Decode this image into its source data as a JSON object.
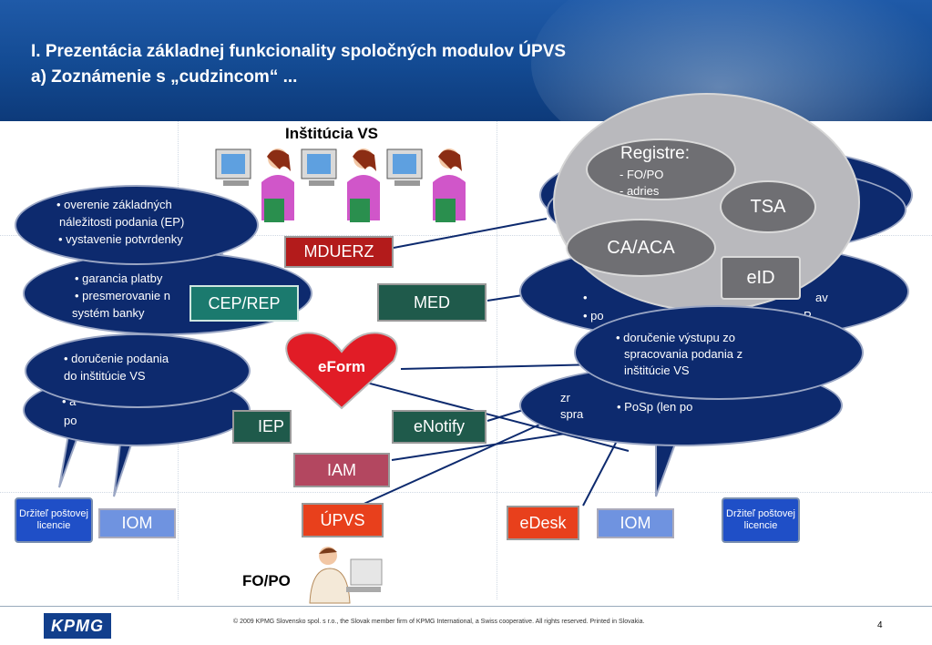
{
  "header": {
    "title_line1": "I. Prezentácia základnej funkcionality spoločných modulov ÚPVS",
    "title_line2": "a) Zoznámenie s „cudzincom“ ..."
  },
  "institution_label": "Inštitúcia VS",
  "fo_po_label": "FO/PO",
  "modules": {
    "mduerz": "MDUERZ",
    "cep_rep": "CEP/REP",
    "med": "MED",
    "eform": "eForm",
    "iep": "IEP",
    "enotify": "eNotify",
    "iam": "IAM",
    "upvs": "ÚPVS",
    "edesk": "eDesk",
    "iom_left": "IOM",
    "iom_right": "IOM",
    "holder_left": "Držiteľ poštovej licencie",
    "holder_right": "Držiteľ poštovej licencie"
  },
  "bubbles": {
    "b1_line1": "• overenie základných",
    "b1_line2": "náležitosti podania (EP)",
    "b1_line3": "• vystavenie potvrdenky",
    "b2_line1": "• garancia platby",
    "b2_line2": "• presmerovanie n",
    "b2_line3": "systém banky",
    "b3_line1": "• doručenie podania",
    "b3_line2": "do inštitúcie VS",
    "b4_line1": "• a",
    "b4_line2": "po",
    "b5_line1": "• doručenie výstupu zo",
    "b5_line2": "spracovania podania z",
    "b5_line3": "inštitúcie VS",
    "b6_line1": "zr",
    "b6_line2": "spra",
    "b6_line3": "• PoSp (len po",
    "b7_line1": "•",
    "b7_line2": "• po",
    "b7_tail1": "av",
    "b7_tail2": "P"
  },
  "registers": {
    "title": "Registre:",
    "item1": "- FO/PO",
    "item2": "- adries",
    "tsa": "TSA",
    "ca_aca": "CA/ACA",
    "eid": "eID"
  },
  "footer": {
    "copyright": "© 2009 KPMG Slovensko spol. s r.o., the Slovak member firm of KPMG International, a Swiss cooperative. All rights reserved. Printed in Slovakia.",
    "page_number": "4",
    "logo": "KPMG"
  },
  "colors": {
    "header_blue": "#134a92",
    "bubble_navy": "#0d2a6e",
    "mduerz_red": "#b31b1b",
    "med_green": "#1f5a4b",
    "cep_teal": "#1b7a6e",
    "upvs_orange": "#e8401c",
    "iam_rose": "#b34760",
    "iom_blue": "#6f93e0",
    "holder_blue": "#1f4fc7",
    "heart_red": "#e11c26",
    "registry_gray": "#6f6f73"
  }
}
